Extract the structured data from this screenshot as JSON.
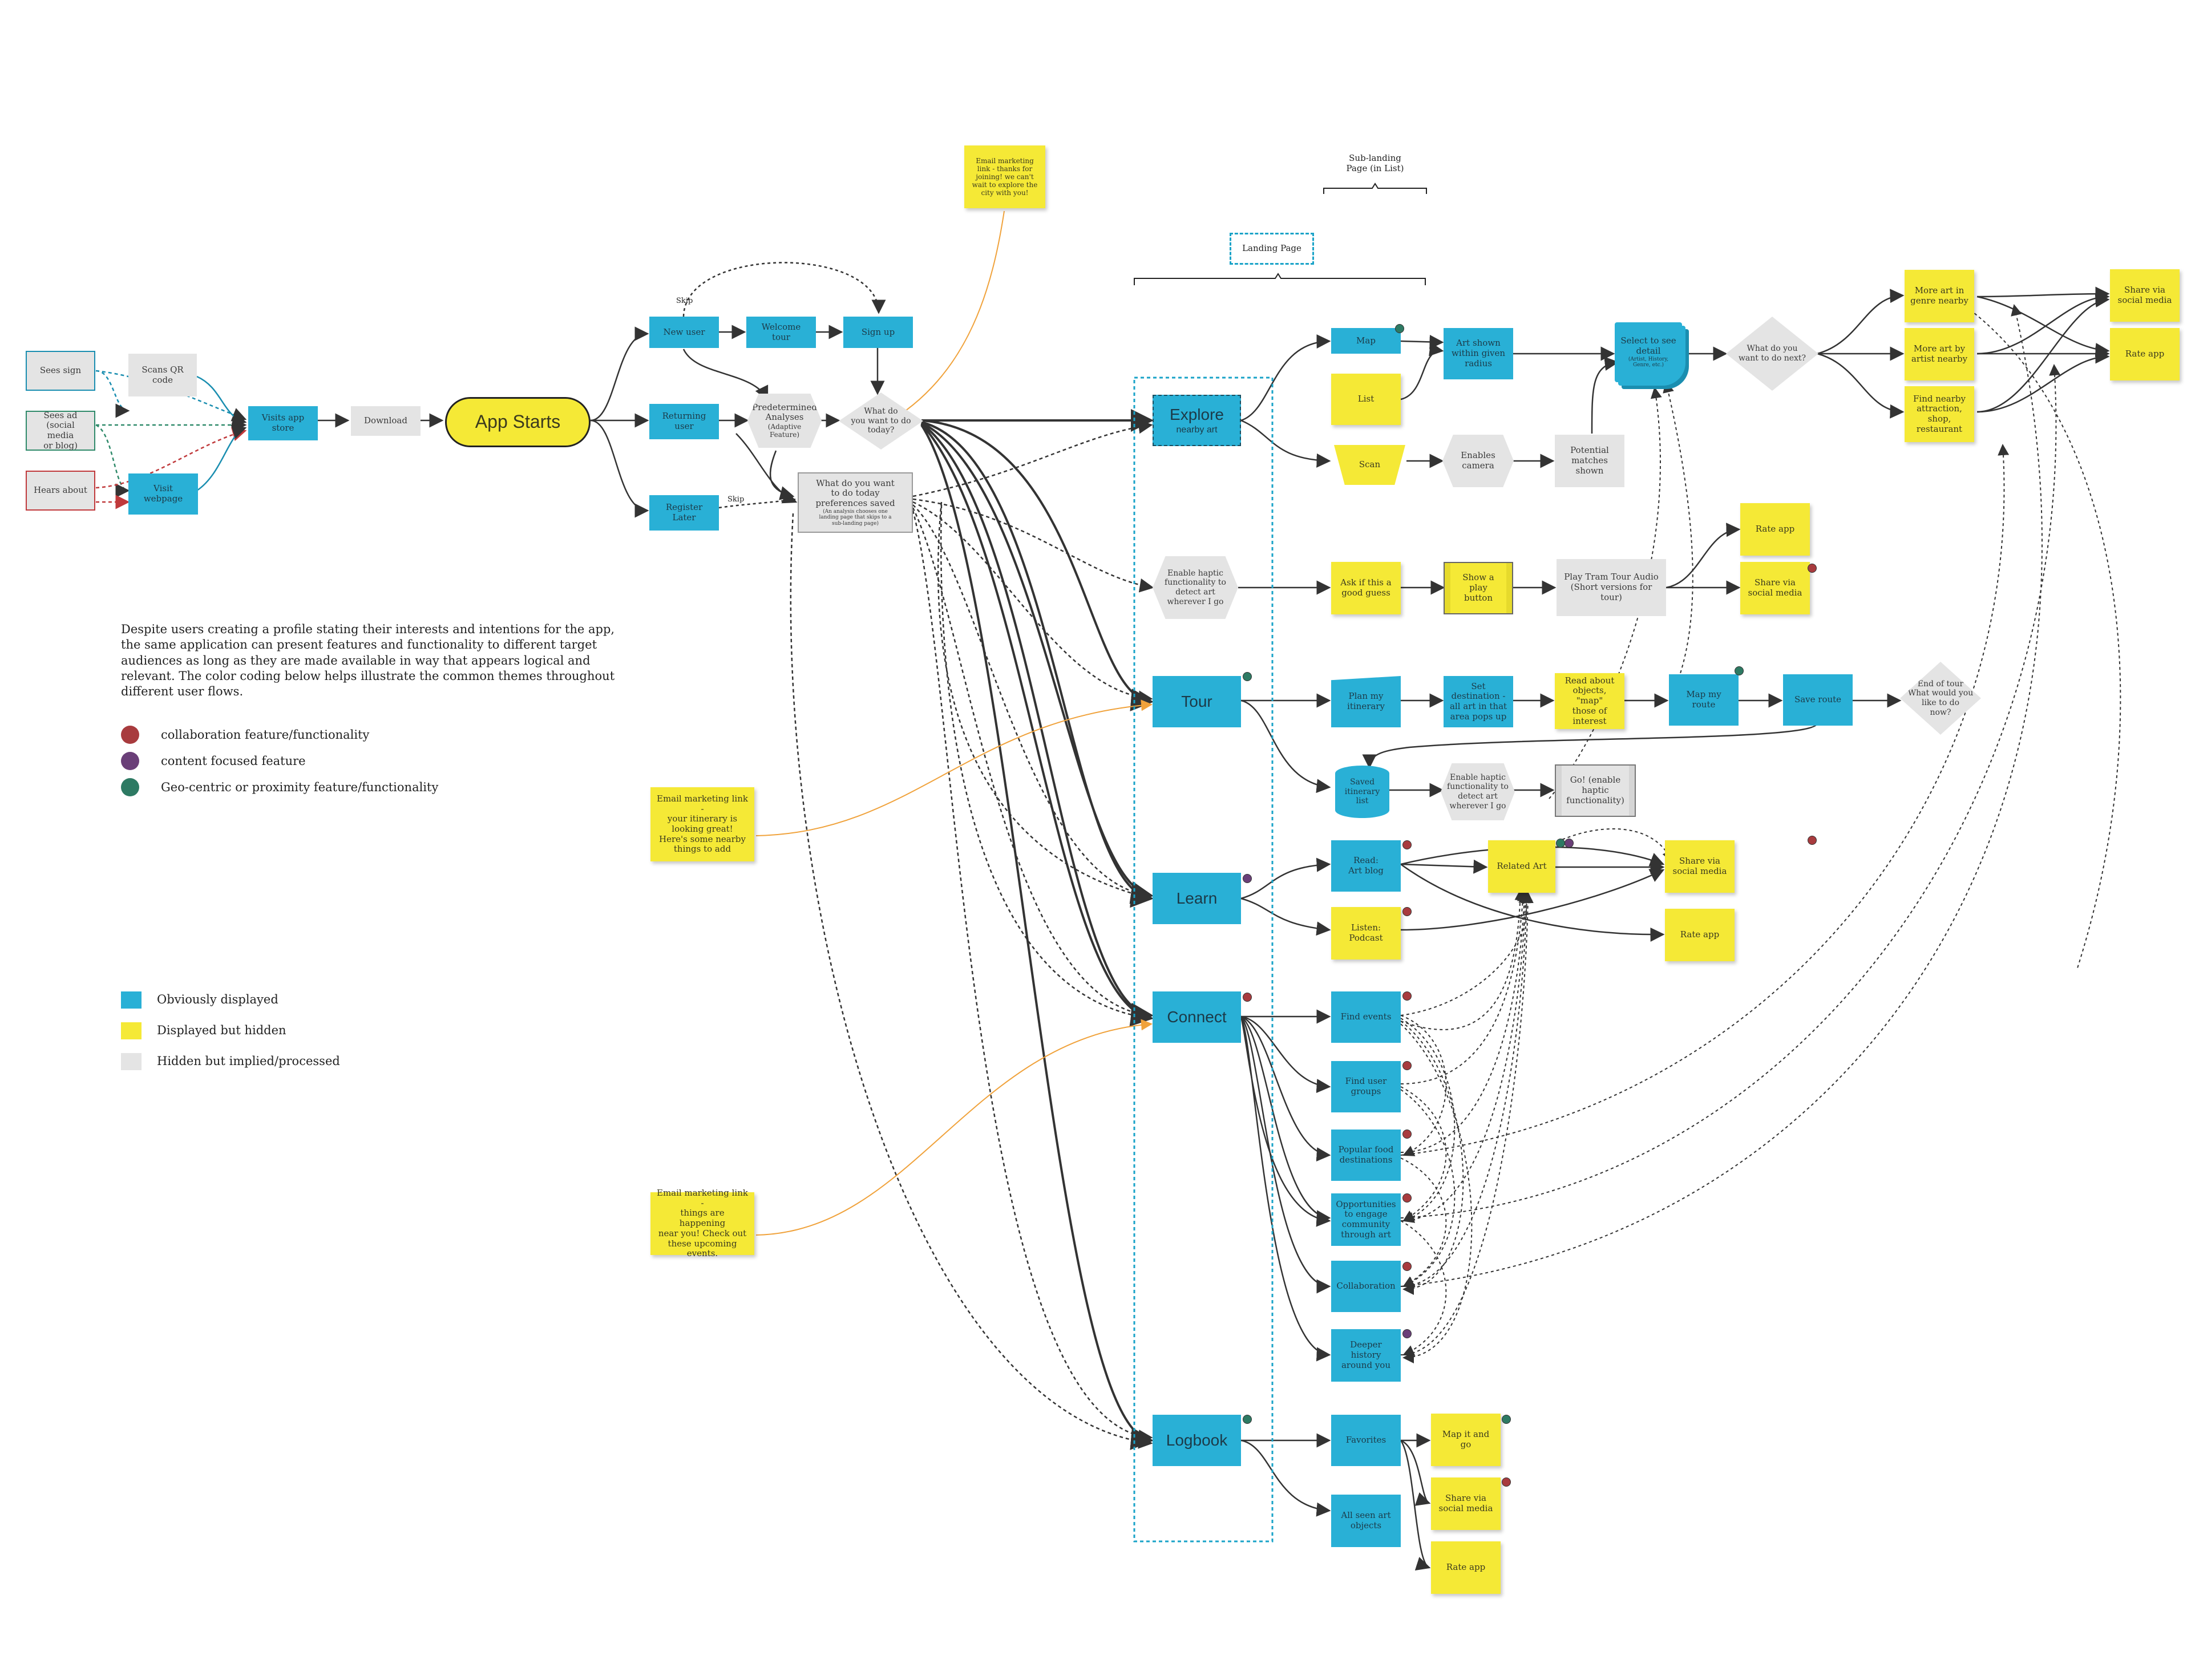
{
  "colors": {
    "blue": "#29b0d6",
    "yellow": "#f5e936",
    "gray": "#e4e4e4",
    "collaboration": "#a83b3e",
    "content": "#6a3f78",
    "geo": "#2d7a63",
    "email_line": "#f0a23b"
  },
  "entry": {
    "sees_sign": "Sees sign",
    "sees_ad": "Sees ad\n(social media\nor blog)",
    "hears_about": "Hears about",
    "scans_qr": "Scans QR\ncode",
    "visit_webpage": "Visit webpage",
    "visits_app_store": "Visits app\nstore",
    "download": "Download",
    "app_starts": "App Starts"
  },
  "onboarding": {
    "new_user": "New user",
    "returning_user": "Returning\nuser",
    "register_later": "Register Later",
    "welcome_tour": "Welcome tour",
    "sign_up": "Sign up",
    "skip_top": "Skip",
    "skip_bottom": "Skip",
    "predetermined": "Predetermined\nAnalyses",
    "predetermined_note": "(Adaptive Feature)",
    "what_today": "What do\nyou want to do\ntoday?",
    "preferences": "What do you want\nto do today\npreferences saved",
    "preferences_note": "(An analysis chooses one\nlanding page that skips to a\nsub-landing page)",
    "email_join": "Email marketing\nlink - thanks for\njoining! we can't\nwait to explore the\ncity with you!"
  },
  "headers": {
    "landing_page": "Landing Page",
    "sub_landing": "Sub-landing\nPage (in List)"
  },
  "landing": {
    "explore": "Explore",
    "explore_sub": "nearby art",
    "tour": "Tour",
    "learn": "Learn",
    "connect": "Connect",
    "logbook": "Logbook",
    "haptic_detect": "Enable haptic\nfunctionality to\ndetect art\nwherever I go"
  },
  "explore_flow": {
    "map": "Map",
    "list": "List",
    "scan": "Scan",
    "art_shown": "Art shown\nwithin given\nradius",
    "enables_camera": "Enables\ncamera",
    "potential_matches": "Potential\nmatches\nshown",
    "select_detail": "Select to see\ndetail",
    "select_detail_note": "(Artist, History,\nGenre, etc.)",
    "what_next": "What do you\nwant to do next?",
    "more_genre": "More art in\ngenre nearby",
    "more_artist": "More art by\nartist nearby",
    "find_nearby": "Find nearby\nattraction,\nshop,\nrestaurant",
    "share_social": "Share via\nsocial media",
    "rate_app": "Rate app"
  },
  "haptic_flow": {
    "ask_guess": "Ask if this a\ngood guess",
    "show_play": "Show a\nplay\nbutton",
    "play_tram": "Play Tram Tour Audio\n(Short versions for tour)",
    "rate_app": "Rate app",
    "share_social": "Share via\nsocial media"
  },
  "tour_flow": {
    "plan_itinerary": "Plan my\nitinerary",
    "set_destination": "Set\ndestination -\nall art in that\narea pops up",
    "read_about": "Read about\nobjects, \"map\"\nthose of\ninterest",
    "map_route": "Map my route",
    "save_route": "Save route",
    "end_tour": "End of tour\nWhat would you\nlike to do\nnow?",
    "saved_itinerary": "Saved\nitinerary\nlist",
    "enable_haptic": "Enable haptic\nfunctionality to\ndetect art\nwherever I go",
    "go_haptic": "Go! (enable\nhaptic\nfunctionality)"
  },
  "learn_flow": {
    "read_blog": "Read:\nArt blog",
    "listen_podcast": "Listen:\nPodcast",
    "related_art": "Related Art",
    "share_social": "Share via\nsocial media",
    "rate_app": "Rate app"
  },
  "connect_flow": {
    "find_events": "Find events",
    "find_groups": "Find user\ngroups",
    "popular_food": "Popular food\ndestinations",
    "opportunities": "Opportunities\nto engage\ncommunity\nthrough art",
    "collaboration": "Collaboration",
    "deeper_history": "Deeper\nhistory\naround you"
  },
  "logbook_flow": {
    "favorites": "Favorites",
    "all_seen": "All seen art\nobjects",
    "map_it": "Map it and go",
    "share_social": "Share via\nsocial media",
    "rate_app": "Rate app"
  },
  "emails": {
    "itinerary": "Email marketing link -\nyour itinerary is\nlooking great!\nHere's some nearby\nthings to add",
    "events": "Email marketing link -\nthings are happening\nnear you! Check out\nthese upcoming\nevents."
  },
  "description": "Despite users creating a profile stating their interests and intentions for the app, the same application can present features and functionality to different target audiences as long as they are made available in way that appears logical and relevant. The color coding below helps illustrate the common themes throughout different user flows.",
  "legend": {
    "collaboration": "collaboration feature/functionality",
    "content": "content focused feature",
    "geo": "Geo-centric or proximity feature/functionality",
    "obvious": "Obviously displayed",
    "displayed_hidden": "Displayed but hidden",
    "hidden_implied": "Hidden but implied/processed"
  }
}
